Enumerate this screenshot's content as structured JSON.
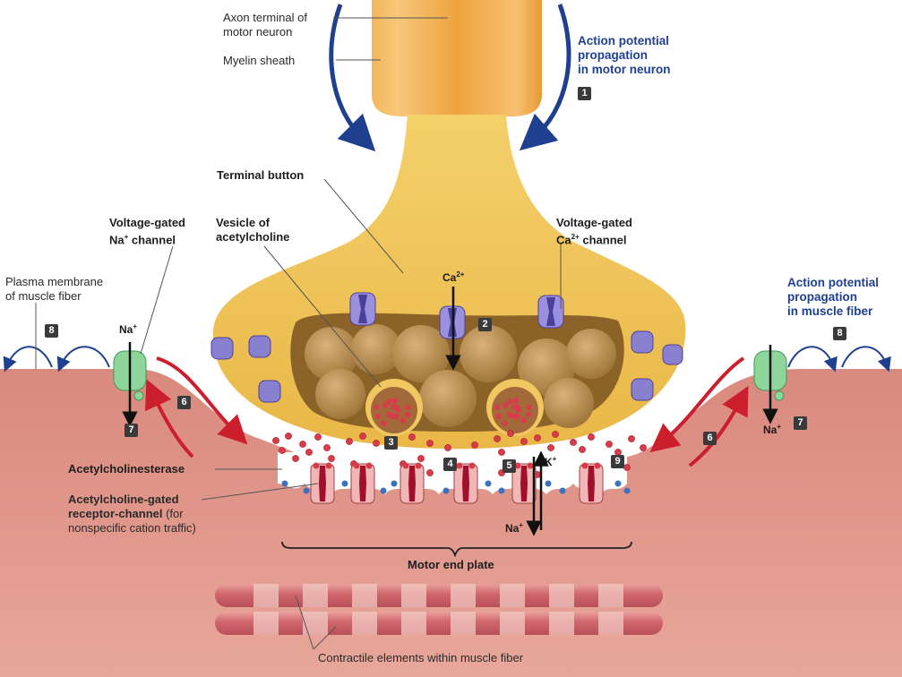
{
  "colors": {
    "axon": "#efa540",
    "terminal": "#f0c760",
    "vesicle": "#b98e4a",
    "muscle": "#d98c80",
    "muscle_light": "#e6a396",
    "ap_arrow_blue": "#1f3f8f",
    "current_arrow_red": "#cc1f2e",
    "ca_channel": "#8a7fd0",
    "na_channel": "#8fd49a",
    "ach": "#d83b4a",
    "ache": "#3c73c0",
    "receptor": "#f0b7b4",
    "badge": "#3a3a3a"
  },
  "labels": {
    "axon_terminal": [
      "Axon terminal of",
      "motor neuron"
    ],
    "myelin_sheath": "Myelin sheath",
    "ap_motor_neuron": [
      "Action potential",
      "propagation",
      "in motor neuron"
    ],
    "terminal_button": "Terminal button",
    "vesicle_ach": [
      "Vesicle of",
      "acetylcholine"
    ],
    "vg_na_channel": [
      "Voltage-gated",
      "Na",
      "+",
      " channel"
    ],
    "vg_ca_channel": [
      "Voltage-gated",
      "Ca",
      "2+",
      " channel"
    ],
    "plasma_membrane": [
      "Plasma membrane",
      "of muscle fiber"
    ],
    "ap_muscle_fiber": [
      "Action potential",
      "propagation",
      "in muscle fiber"
    ],
    "acetylcholinesterase": "Acetylcholinesterase",
    "ach_receptor": [
      "Acetylcholine-gated",
      "receptor-channel",
      " (for",
      "nonspecific cation traffic)"
    ],
    "motor_end_plate": "Motor end plate",
    "contractile": "Contractile elements within muscle fiber"
  },
  "ions": {
    "ca": [
      "Ca",
      "2+"
    ],
    "na": [
      "Na",
      "+"
    ],
    "k": [
      "K",
      "+"
    ]
  },
  "steps": [
    "1",
    "2",
    "3",
    "4",
    "5",
    "6",
    "7",
    "8",
    "9"
  ]
}
